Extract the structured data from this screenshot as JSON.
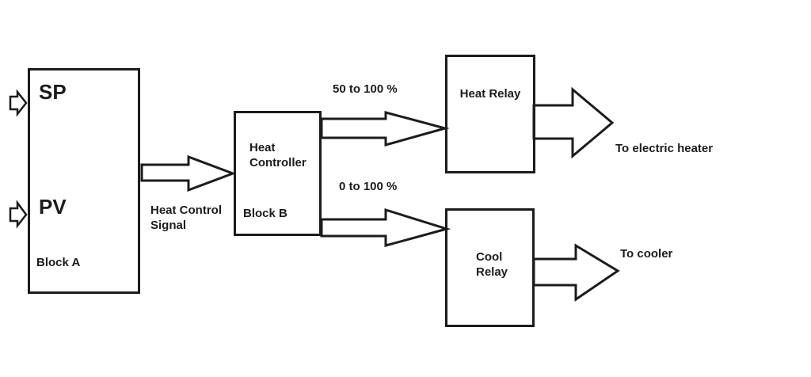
{
  "diagram": {
    "background": "#ffffff",
    "line_color": "#1c1c1c",
    "block_a": {
      "input_top": "SP",
      "input_bottom": "PV",
      "label": "Block A"
    },
    "heat_controller": {
      "title": "Heat\nController",
      "label": "Block B"
    },
    "heat_relay": {
      "title": "Heat Relay"
    },
    "cool_relay": {
      "title": "Cool\nRelay"
    },
    "annotations": {
      "heat_control_signal": "Heat Control\nSignal",
      "heat_output_range": "50 to 100 %",
      "cool_output_range": "0 to 100 %",
      "heat_destination": "To electric heater",
      "cool_destination": "To cooler"
    }
  }
}
